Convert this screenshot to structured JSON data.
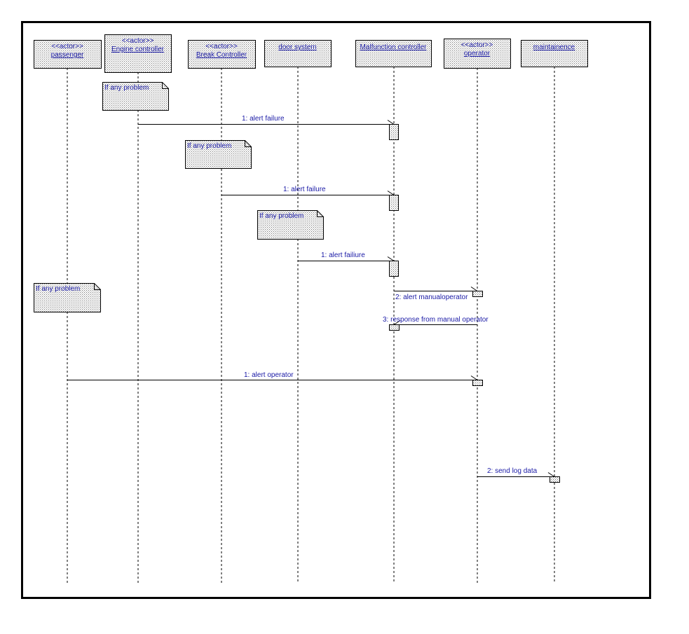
{
  "colors": {
    "frame": "#000000",
    "text": "#1a1aa6",
    "fill": "#c8c8c8",
    "line": "#000000"
  },
  "objects": [
    {
      "id": "passenger",
      "stereotype": "<<actor>>",
      "name": "passenger"
    },
    {
      "id": "engine",
      "stereotype": "<<actor>>",
      "name": "Engine controller"
    },
    {
      "id": "break",
      "stereotype": "<<actor>>",
      "name": "Break Controller"
    },
    {
      "id": "door",
      "stereotype": "",
      "name": "door system"
    },
    {
      "id": "malfunction",
      "stereotype": "",
      "name": "Malfunction controller"
    },
    {
      "id": "operator",
      "stereotype": "<<actor>>",
      "name": "operator"
    },
    {
      "id": "maintenance",
      "stereotype": "",
      "name": "maintainence"
    }
  ],
  "notes": [
    {
      "id": "note-engine",
      "text": "If any problem"
    },
    {
      "id": "note-break",
      "text": "If any problem"
    },
    {
      "id": "note-door",
      "text": "If any problem"
    },
    {
      "id": "note-passenger",
      "text": "If any problem"
    }
  ],
  "messages": [
    {
      "id": "msg-engine",
      "label": "1: alert failure",
      "from": "engine",
      "to": "malfunction"
    },
    {
      "id": "msg-break",
      "label": "1: alert failure",
      "from": "break",
      "to": "malfunction"
    },
    {
      "id": "msg-door",
      "label": "1: alert failiure",
      "from": "door",
      "to": "malfunction"
    },
    {
      "id": "msg-manual",
      "label": "2: alert manualoperator",
      "from": "malfunction",
      "to": "operator"
    },
    {
      "id": "msg-response",
      "label": "3: response from manual operator",
      "from": "operator",
      "to": "malfunction"
    },
    {
      "id": "msg-passenger",
      "label": "1: alert operator",
      "from": "passenger",
      "to": "operator"
    },
    {
      "id": "msg-log",
      "label": "2: send log data",
      "from": "operator",
      "to": "maintenance"
    }
  ]
}
